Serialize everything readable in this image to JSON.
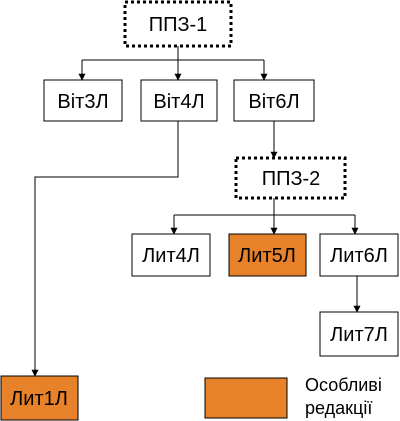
{
  "colors": {
    "highlight": "#E8822A",
    "line": "#000000",
    "box": "#ffffff"
  },
  "nodes": {
    "ppz1": "ППЗ-1",
    "vit3l": "Віт3Л",
    "vit4l": "Віт4Л",
    "vit6l": "Віт6Л",
    "ppz2": "ППЗ-2",
    "lyt4l": "Лит4Л",
    "lyt5l": "Лит5Л",
    "lyt6l": "Лит6Л",
    "lyt7l": "Лит7Л",
    "lyt1l": "Лит1Л"
  },
  "legend": {
    "line1": "Особливі",
    "line2": "редакції"
  }
}
